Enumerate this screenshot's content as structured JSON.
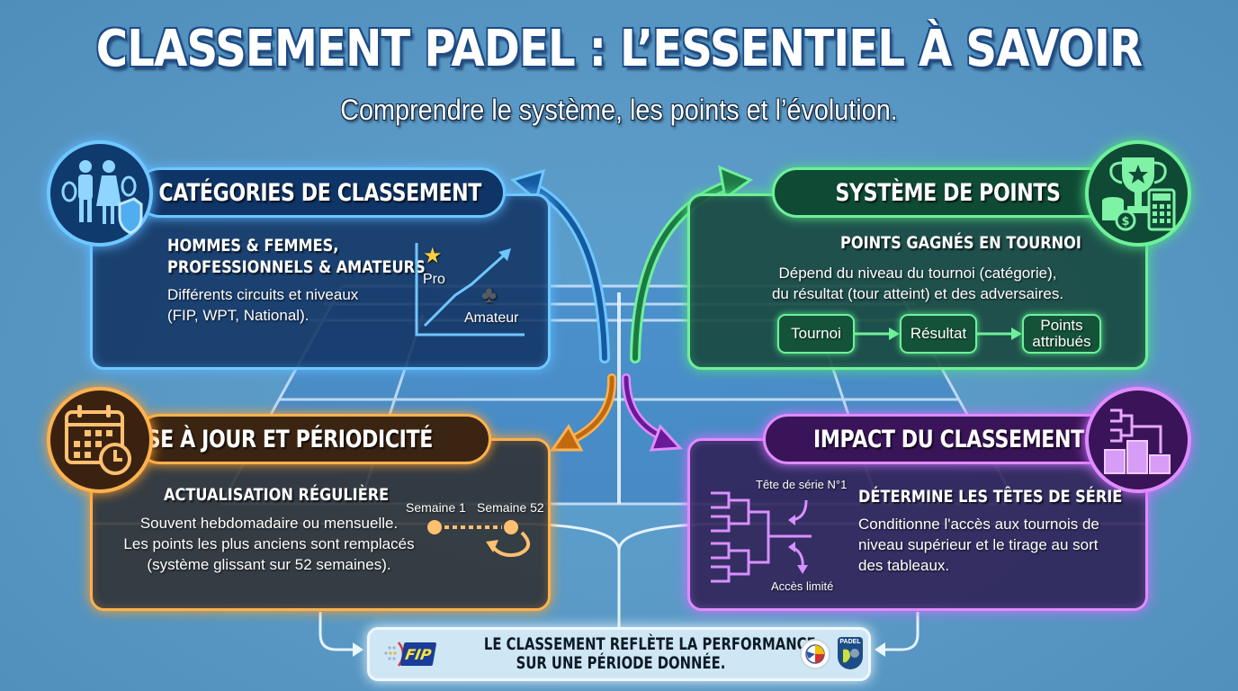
{
  "header": {
    "title": "CLASSEMENT PADEL : L’ESSENTIEL À SAVOIR",
    "subtitle": "Comprendre le système, les points et l’évolution."
  },
  "colors": {
    "background": "#5b9ac6",
    "blue": "#6fc7ff",
    "green": "#6ff09a",
    "orange": "#ffb24f",
    "purple": "#e08cff",
    "footer_bg": "#cfe6f5"
  },
  "sections": {
    "categories": {
      "icon": "players-racket-shield-icon",
      "title": "CATÉGORIES DE CLASSEMENT",
      "heading_lines": [
        "HOMMES & FEMMES,",
        "PROFESSIONNELS & AMATEURS"
      ],
      "body_lines": [
        "Différents circuits et niveaux",
        "(FIP, WPT, National)."
      ],
      "chart": {
        "high_label": "Pro",
        "high_icon": "star-icon",
        "low_label": "Amateur",
        "low_icon": "club-icon"
      }
    },
    "points": {
      "icon": "trophy-coins-calculator-icon",
      "title": "SYSTÈME DE POINTS",
      "heading": "POINTS GAGNÉS EN TOURNOI",
      "body_lines": [
        "Dépend du niveau du tournoi (catégorie),",
        "du résultat (tour atteint) et des adversaires."
      ],
      "flow": [
        {
          "label_lines": [
            "Tournoi"
          ]
        },
        {
          "label_lines": [
            "Résultat"
          ]
        },
        {
          "label_lines": [
            "Points",
            "attribués"
          ]
        }
      ]
    },
    "update": {
      "icon": "calendar-clock-icon",
      "title": "MISE À JOUR ET PÉRIODICITÉ",
      "heading": "ACTUALISATION RÉGULIÈRE",
      "body_lines": [
        "Souvent hebdomadaire ou mensuelle.",
        "Les points les plus anciens sont remplacés",
        "(système glissant sur 52 semaines)."
      ],
      "timeline": {
        "start": "Semaine 1",
        "end": "Semaine 52"
      }
    },
    "impact": {
      "icon": "bracket-podium-icon",
      "title": "IMPACT DU CLASSEMENT",
      "heading": "DÉTERMINE LES TÊTES DE SÉRIE",
      "body_lines": [
        "Conditionne l'accès aux tournois de",
        "niveau supérieur et le tirage au sort",
        "des tableaux."
      ],
      "bracket": {
        "top_label": "Tête de série N°1",
        "bottom_label": "Accès limité"
      }
    }
  },
  "footer": {
    "lines": [
      "LE CLASSEMENT REFLÈTE LA PERFORMANCE",
      "SUR UNE PÉRIODE DONNÉE."
    ],
    "logos": {
      "left": "FIP",
      "right_padel": "PADEL"
    }
  }
}
